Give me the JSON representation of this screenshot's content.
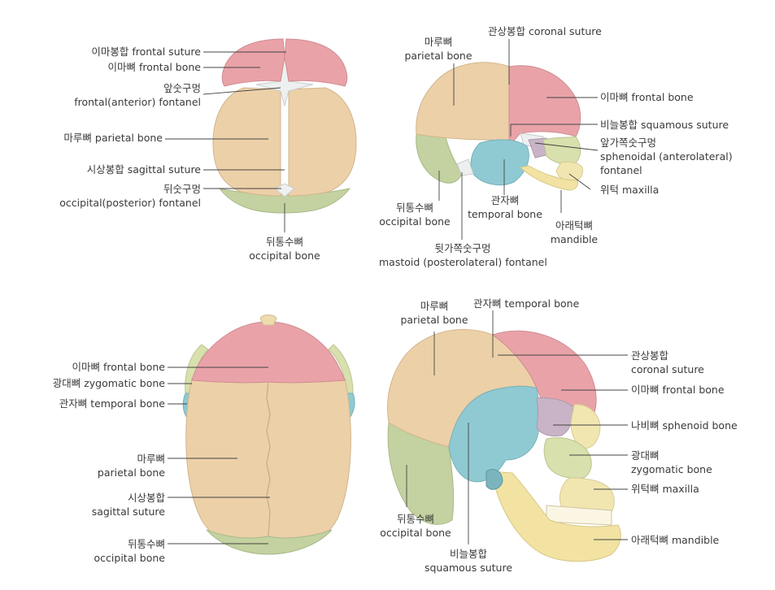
{
  "colors": {
    "frontal": "#e9a3a8",
    "parietal": "#ecd0a8",
    "occipital": "#c3d2a0",
    "temporal": "#8fcad2",
    "sphenoid": "#c8b4c6",
    "zygomatic": "#d8e0ad",
    "maxilla": "#f2e6b0",
    "mandible": "#f2e3a3",
    "fontanel": "#eef0f0",
    "leader": "#444444"
  },
  "panels": {
    "infant_top": {
      "labels": {
        "frontal_suture": "이마봉합 frontal suture",
        "frontal_bone": "이마뼈 frontal bone",
        "anterior_fontanel_ko": "앞숫구멍",
        "anterior_fontanel_en": "frontal(anterior) fontanel",
        "parietal_bone": "마루뼈 parietal bone",
        "sagittal_suture": "시상봉합 sagittal suture",
        "posterior_fontanel_ko": "뒤숫구멍",
        "posterior_fontanel_en": "occipital(posterior) fontanel",
        "occipital_ko": "뒤통수뼈",
        "occipital_en": "occipital bone"
      }
    },
    "infant_side": {
      "labels": {
        "parietal_ko": "마루뼈",
        "parietal_en": "parietal bone",
        "coronal_suture": "관상봉합 coronal suture",
        "frontal_bone": "이마뼈 frontal bone",
        "squamous_suture": "비늘봉합 squamous suture",
        "sphenoidal_fontanel_ko": "앞가쪽숫구멍",
        "sphenoidal_fontanel_en1": "sphenoidal (anterolateral)",
        "sphenoidal_fontanel_en2": "fontanel",
        "maxilla": "위턱 maxilla",
        "temporal_ko": "관자뼈",
        "temporal_en": "temporal bone",
        "occipital_ko": "뒤통수뼈",
        "occipital_en": "occipital bone",
        "mandible_ko": "아래턱뼈",
        "mandible_en": "mandible",
        "mastoid_fontanel_ko": "뒷가쪽숫구멍",
        "mastoid_fontanel_en": "mastoid (posterolateral) fontanel"
      }
    },
    "adult_top": {
      "labels": {
        "frontal_bone": "이마뼈 frontal bone",
        "zygomatic_bone": "광대뼈 zygomatic bone",
        "temporal_bone": "관자뼈 temporal bone",
        "parietal_ko": "마루뼈",
        "parietal_en": "parietal bone",
        "sagittal_ko": "시상봉합",
        "sagittal_en": "sagittal suture",
        "occipital_ko": "뒤통수뼈",
        "occipital_en": "occipital bone"
      }
    },
    "adult_side": {
      "labels": {
        "parietal_ko": "마루뼈",
        "parietal_en": "parietal bone",
        "temporal_bone": "관자뼈 temporal bone",
        "coronal_ko": "관상봉합",
        "coronal_en": "coronal suture",
        "frontal_bone": "이마뼈 frontal bone",
        "sphenoid_bone": "나비뼈 sphenoid bone",
        "zygomatic_ko": "광대뼈",
        "zygomatic_en": "zygomatic bone",
        "maxilla": "위턱뼈 maxilla",
        "mandible": "아래턱뼈 mandible",
        "occipital_ko": "뒤통수뼈",
        "occipital_en": "occipital bone",
        "squamous_ko": "비늘봉합",
        "squamous_en": "squamous suture"
      }
    }
  }
}
